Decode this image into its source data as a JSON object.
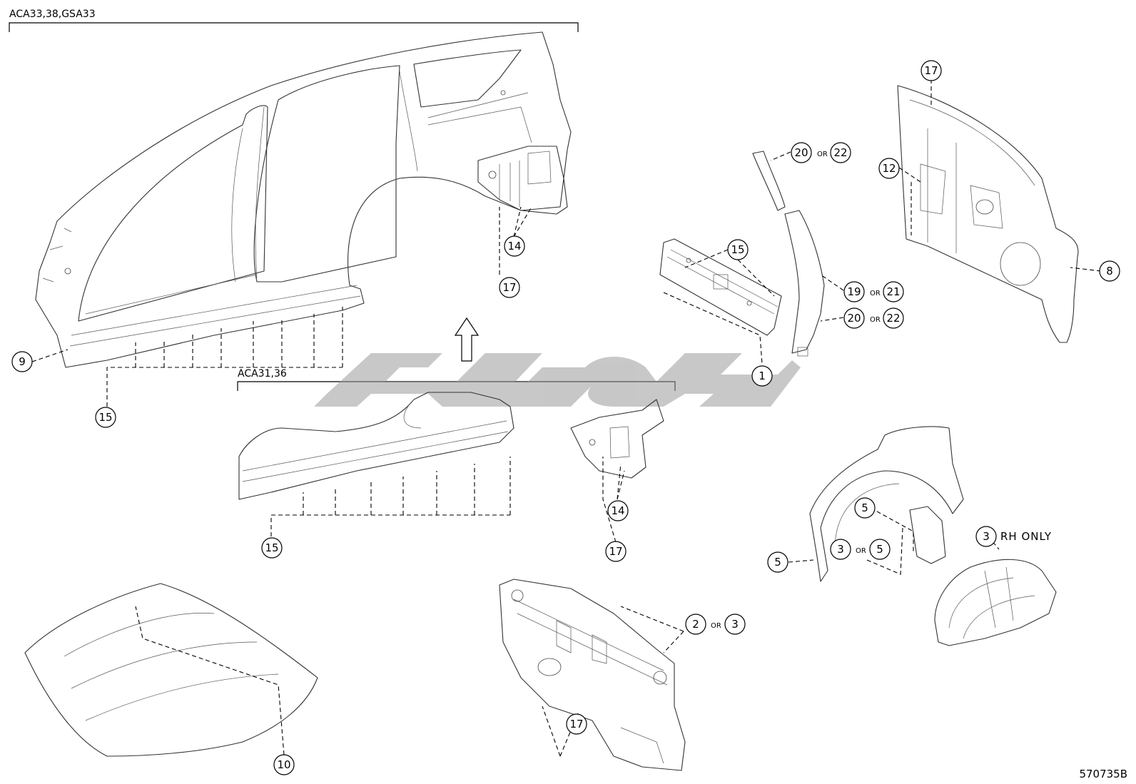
{
  "header_labels": {
    "left_group": "ACA33,38,GSA33",
    "middle_group": "ACA31,36"
  },
  "figure_code": "570735B",
  "or_text": "OR",
  "rh_only_text": "RH ONLY",
  "watermark": "طبلون",
  "callouts": [
    {
      "id": "c17a",
      "num": "17"
    },
    {
      "id": "c14a",
      "num": "14"
    },
    {
      "id": "c15a",
      "num": "15"
    },
    {
      "id": "c9",
      "num": "9"
    },
    {
      "id": "c15b",
      "num": "15"
    },
    {
      "id": "c14b",
      "num": "14"
    },
    {
      "id": "c17b",
      "num": "17"
    },
    {
      "id": "c15c",
      "num": "15"
    },
    {
      "id": "c1",
      "num": "1"
    },
    {
      "id": "c20a",
      "num": "20"
    },
    {
      "id": "c22a",
      "num": "22"
    },
    {
      "id": "c19",
      "num": "19"
    },
    {
      "id": "c21",
      "num": "21"
    },
    {
      "id": "c20b",
      "num": "20"
    },
    {
      "id": "c22b",
      "num": "22"
    },
    {
      "id": "c17c",
      "num": "17"
    },
    {
      "id": "c12",
      "num": "12"
    },
    {
      "id": "c8",
      "num": "8"
    },
    {
      "id": "c5a",
      "num": "5"
    },
    {
      "id": "c5b",
      "num": "5"
    },
    {
      "id": "c3a",
      "num": "3"
    },
    {
      "id": "c5c",
      "num": "5"
    },
    {
      "id": "c3b",
      "num": "3"
    },
    {
      "id": "c2",
      "num": "2"
    },
    {
      "id": "c3c",
      "num": "3"
    },
    {
      "id": "c17d",
      "num": "17"
    },
    {
      "id": "c10",
      "num": "10"
    }
  ]
}
